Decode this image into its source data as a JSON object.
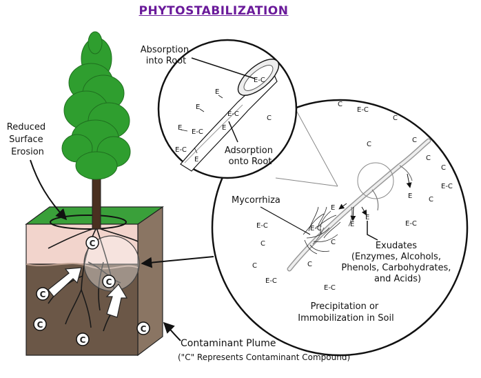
{
  "title": "PHYTOSTABILIZATION",
  "labels": {
    "absorption": [
      "Absorption",
      "into Root"
    ],
    "adsorption": [
      "Adsorption",
      "onto Root"
    ],
    "reduced_erosion": [
      "Reduced",
      "Surface",
      "Erosion"
    ],
    "mycorrhiza": "Mycorrhiza",
    "exudates": [
      "Exudates",
      "(Enzymes, Alcohols,",
      "Phenols, Carbohydrates,",
      "and Acids)"
    ],
    "precipitation": [
      "Precipitation or",
      "Immobilization in Soil"
    ],
    "plume": "Contaminant Plume",
    "plume_note": "(\"C\" Represents Contaminant Compound)"
  },
  "symbols": {
    "ec": "E-C",
    "e": "E",
    "c": "C"
  },
  "colors": {
    "title": "#6a1a9a",
    "foliage": "#2f9e2f",
    "grass": "#3aa03a",
    "topsoil": "#f2d4cc",
    "subsoil": "#6b5747",
    "soil_side": "#8a7563"
  }
}
